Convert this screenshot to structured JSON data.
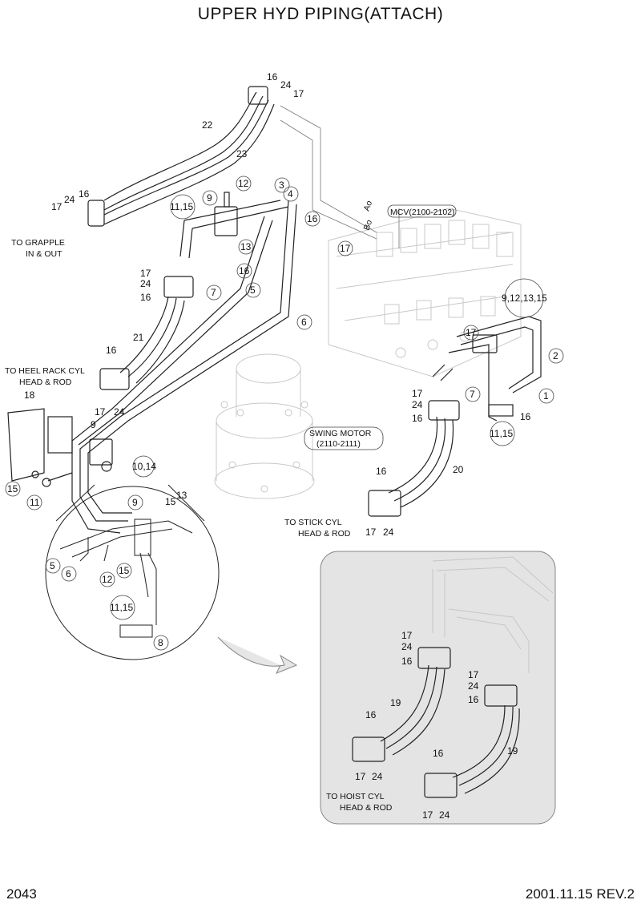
{
  "title": "UPPER HYD PIPING(ATTACH)",
  "footer": {
    "page_number": "2043",
    "date_rev": "2001.11.15  REV.2"
  },
  "notes": {
    "mcv": "MCV(2100-2102)",
    "ao": "Ao",
    "bo": "Bo",
    "to_grapple_1": "TO GRAPPLE",
    "to_grapple_2": "IN & OUT",
    "to_heel_1": "TO HEEL RACK CYL",
    "to_heel_2": "HEAD & ROD",
    "swing_motor_1": "SWING MOTOR",
    "swing_motor_2": "(2110-2111)",
    "to_stick_1": "TO STICK CYL",
    "to_stick_2": "HEAD & ROD",
    "to_hoist_1": "TO HOIST CYL",
    "to_hoist_2": "HEAD & ROD"
  },
  "callouts": {
    "c1": "1",
    "c2": "2",
    "c3": "3",
    "c4": "4",
    "c5": "5",
    "c6": "6",
    "c7": "7",
    "c8": "8",
    "c5b": "5",
    "c6b": "6",
    "c7b": "7",
    "c12": "12",
    "c12b": "12",
    "c11_15a": "11,15",
    "c11_15b": "11,15",
    "c11_15c": "11,15",
    "c11": "11",
    "c15": "15",
    "c15b": "15",
    "c9": "9",
    "c9b": "9",
    "c9c": "9",
    "c9_12_13_15": "9,12,13,15",
    "c10_14": "10,14",
    "c16a": "16",
    "c24a": "24",
    "c17a": "17",
    "c22": "22",
    "c23": "23",
    "c24b": "24",
    "c16b": "16",
    "c17b": "17",
    "c16c": "16",
    "c17c": "17",
    "c13": "13",
    "c13b": "13",
    "c16d": "16",
    "c17d": "17",
    "c24d": "24",
    "c16e": "16",
    "c21": "21",
    "c16f": "16",
    "c17f": "17",
    "c24f": "24",
    "c18": "18",
    "c15c": "15",
    "c17g": "17",
    "c24g": "24",
    "c16g": "16",
    "c20": "20",
    "c16h": "16",
    "c17h": "17",
    "c24h": "24",
    "c17i": "17",
    "c16i": "16",
    "c17j": "17",
    "c24j": "24",
    "c16j": "16",
    "c17k": "17",
    "c24k": "24",
    "c16k": "16",
    "c19a": "19",
    "c19b": "19",
    "c16l": "16",
    "c17l": "17",
    "c24l": "24",
    "c16m": "16",
    "c17m": "17",
    "c24m": "24"
  }
}
